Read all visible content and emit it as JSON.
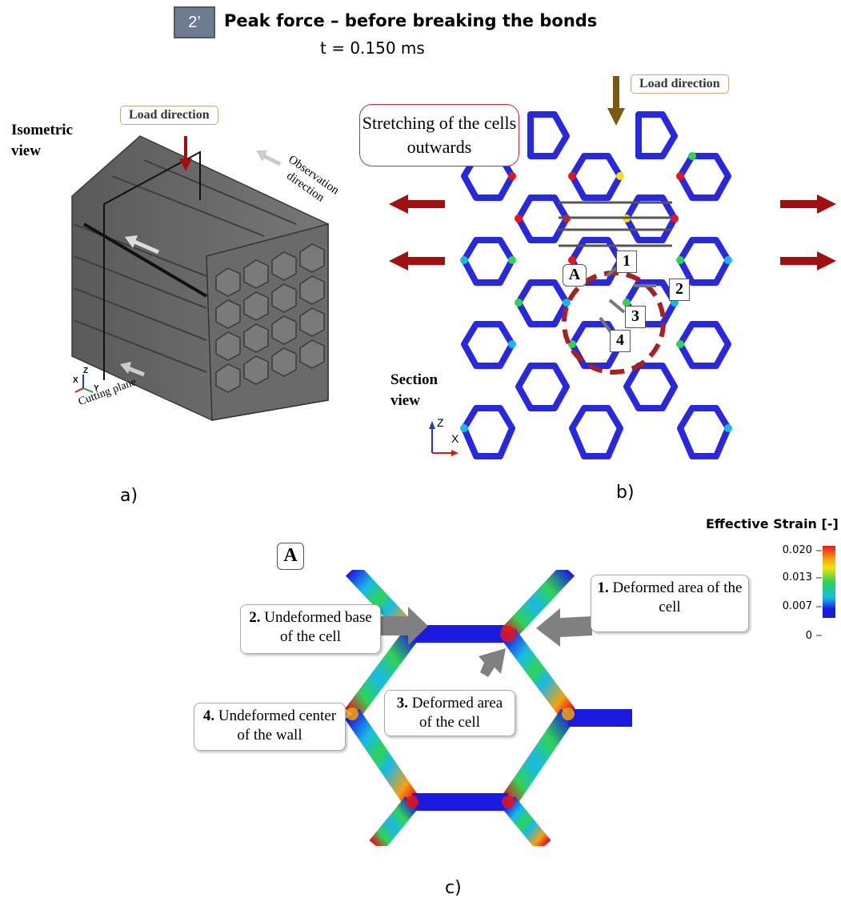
{
  "header": {
    "badge": "2’",
    "title": "Peak force – before breaking the bonds",
    "time": "t = 0.150 ms"
  },
  "panel_a": {
    "label": "a)",
    "view_label": "Isometric view",
    "load_direction": "Load direction",
    "observation_direction": "Observation direction",
    "cutting_plane": "Cutting plane",
    "axes": {
      "z": "Z",
      "x": "X",
      "y": "Y"
    }
  },
  "panel_b": {
    "label": "b)",
    "load_direction": "Load direction",
    "stretch_note": "Stretching of the cells outwards",
    "view_label": "Section view",
    "detail_marker": "A",
    "markers": [
      "1",
      "2",
      "3",
      "4"
    ],
    "axes": {
      "z": "Z",
      "x": "X"
    }
  },
  "panel_c": {
    "label": "c)",
    "detail_marker": "A",
    "callouts": [
      {
        "num": "1.",
        "text": "Deformed area of the cell"
      },
      {
        "num": "2.",
        "text": "Undeformed base of the cell"
      },
      {
        "num": "3.",
        "text": "Deformed area of the cell"
      },
      {
        "num": "4.",
        "text": "Undeformed center of the wall"
      }
    ]
  },
  "legend": {
    "title": "Effective Strain [-]",
    "ticks": [
      "0.020",
      "0.013",
      "0.007",
      "0"
    ],
    "colors": [
      "#e8141c",
      "#f5e211",
      "#2fd356",
      "#19b9e6",
      "#1a1ae0"
    ]
  },
  "colors": {
    "mesh": "#2828e0",
    "arrow_red": "#a01010",
    "arrow_brown": "#7a5a10",
    "circle": "#a82020"
  }
}
